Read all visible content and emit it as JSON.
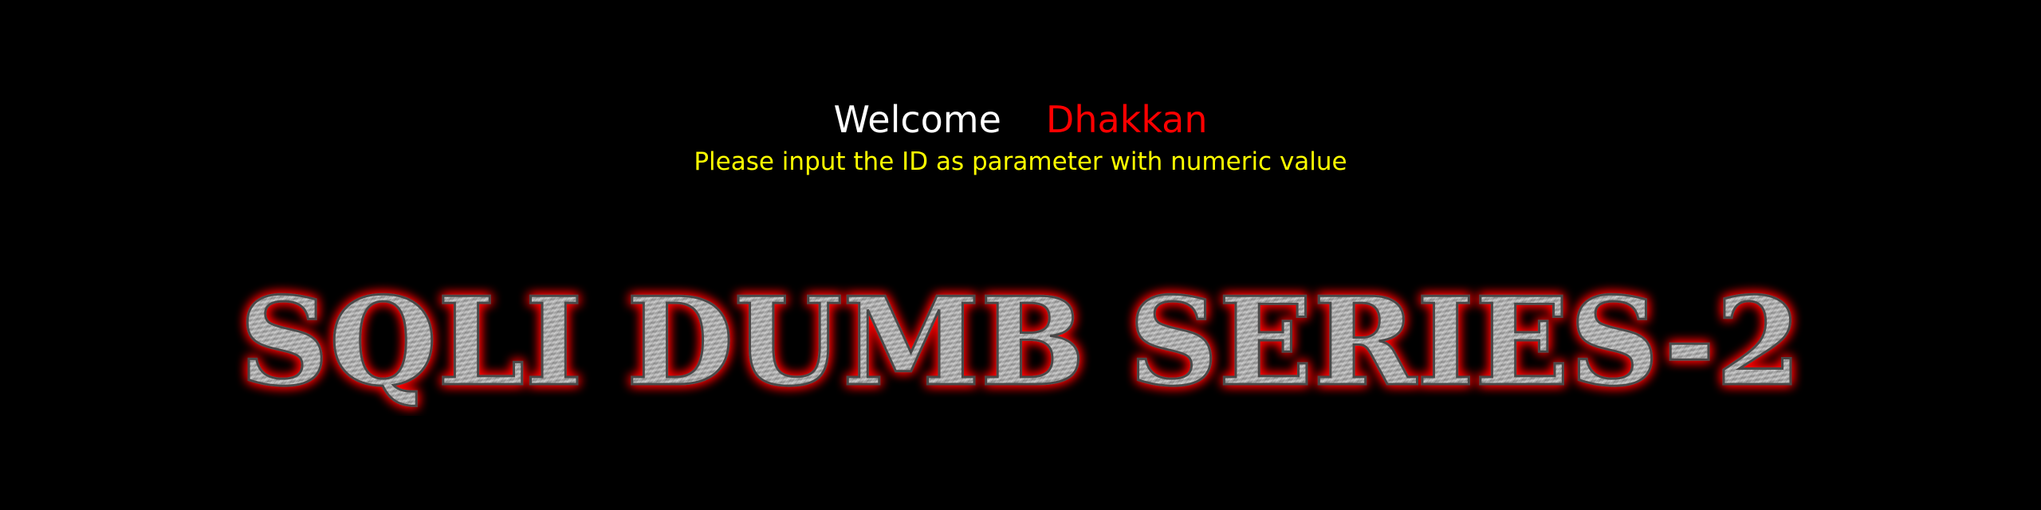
{
  "welcome": {
    "greeting": "Welcome",
    "name": "Dhakkan"
  },
  "instruction": "Please input the ID as parameter with numeric value",
  "banner": {
    "title": "SQLI DUMB SERIES-2"
  },
  "colors": {
    "background": "#000000",
    "greeting": "#ffffff",
    "name": "#ff0000",
    "instruction": "#ffff00",
    "banner_fill": "#a8a8a8",
    "banner_glow": "#ff0000"
  }
}
